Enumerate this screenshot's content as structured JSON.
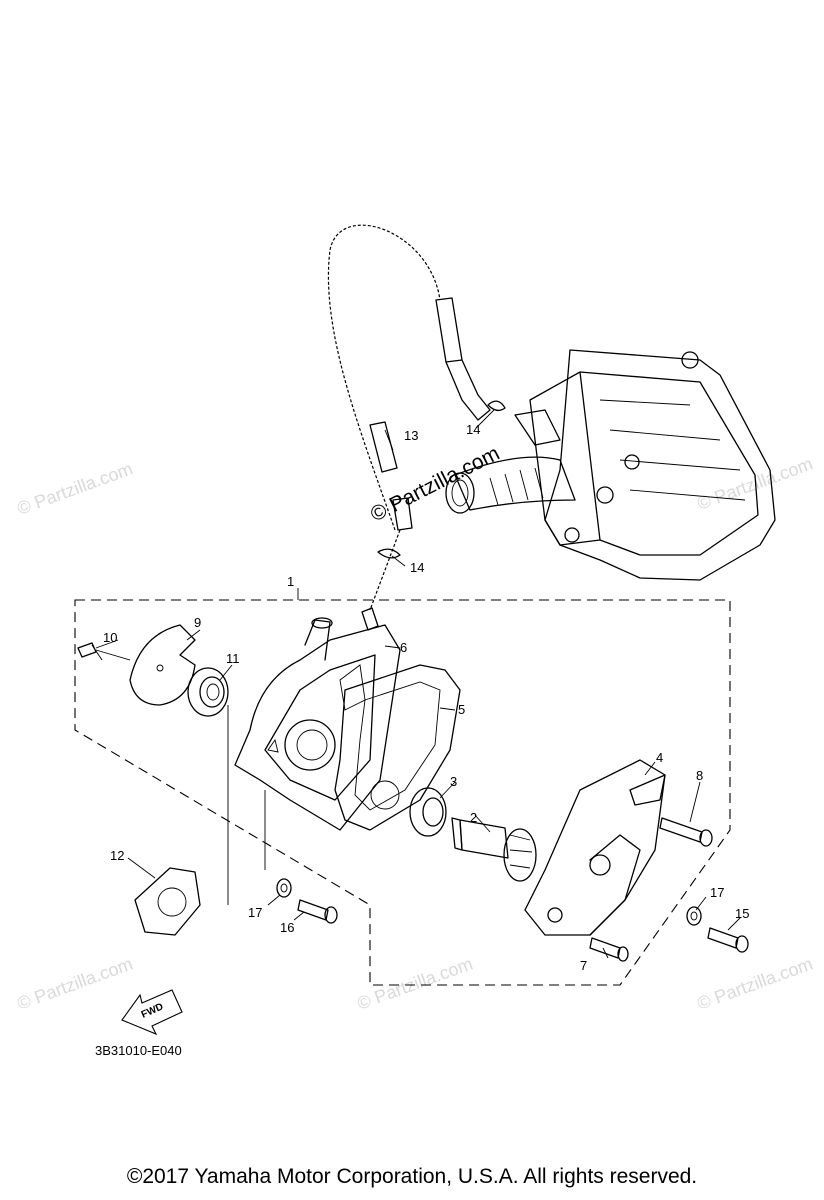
{
  "diagram": {
    "callouts": [
      "1",
      "2",
      "3",
      "4",
      "5",
      "6",
      "7",
      "8",
      "9",
      "10",
      "11",
      "12",
      "13",
      "14",
      "14",
      "15",
      "16",
      "17",
      "17"
    ],
    "fwd_label": "FWD",
    "drawing_code": "3B31010-E040",
    "watermark_main": "© Partzilla.com",
    "watermark_faint": "© Partzilla.com"
  },
  "footer": {
    "copyright": "©2017 Yamaha Motor Corporation, U.S.A. All rights reserved."
  }
}
